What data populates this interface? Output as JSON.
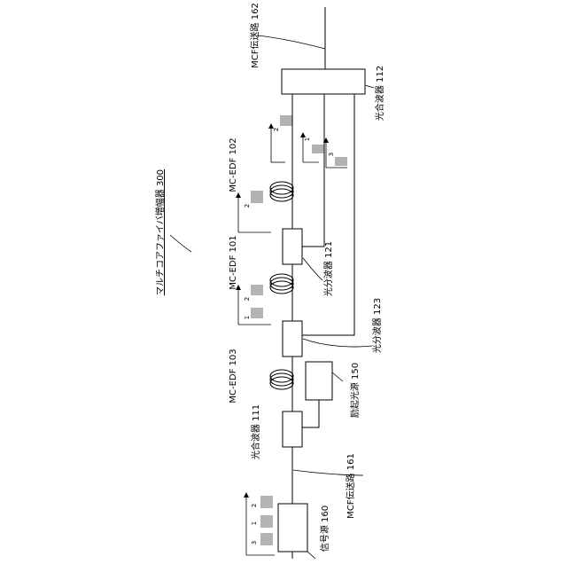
{
  "diagram": {
    "title": "マルチコアファイバ増幅器 300",
    "signal_source": "信号源 160",
    "mcf_in": "MCF伝送路 161",
    "mcf_out": "MCF伝送路 162",
    "combiner_in": "光合波器 111",
    "combiner_out": "光合波器 112",
    "pump_source": "励起光源 150",
    "splitter_121": "光分波器 121",
    "splitter_123": "光分波器 123",
    "edf_103": "MC-EDF 103",
    "edf_101": "MC-EDF 101",
    "edf_102": "MC-EDF 102",
    "core_1": "1",
    "core_2": "2",
    "core_3": "3"
  }
}
